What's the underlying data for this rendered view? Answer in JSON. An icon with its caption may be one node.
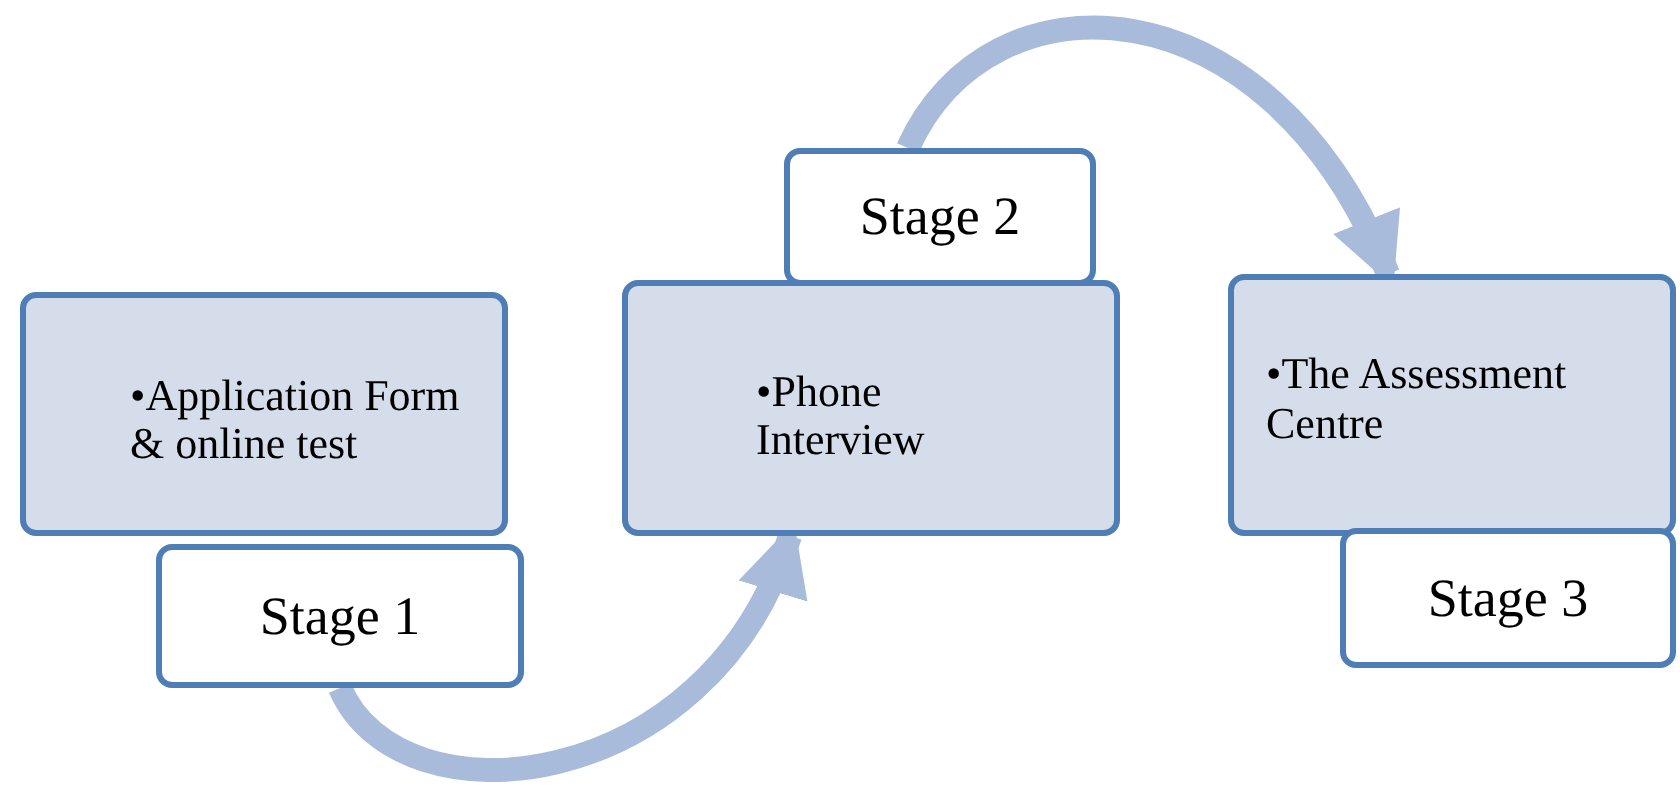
{
  "diagram": {
    "nodes": [
      {
        "text": [
          "•Application Form & online test"
        ]
      },
      {
        "text": [
          "Stage 1"
        ]
      },
      {
        "text": [
          "•Phone Interview"
        ]
      },
      {
        "text": [
          "Stage 2"
        ]
      },
      {
        "text": [
          "•The Assessment Centre"
        ]
      },
      {
        "text": [
          "Stage 3"
        ]
      }
    ],
    "edges": [
      {
        "from": 1,
        "to": 2,
        "arrow": "to"
      },
      {
        "from": 3,
        "to": 4,
        "arrow": "to"
      }
    ]
  }
}
